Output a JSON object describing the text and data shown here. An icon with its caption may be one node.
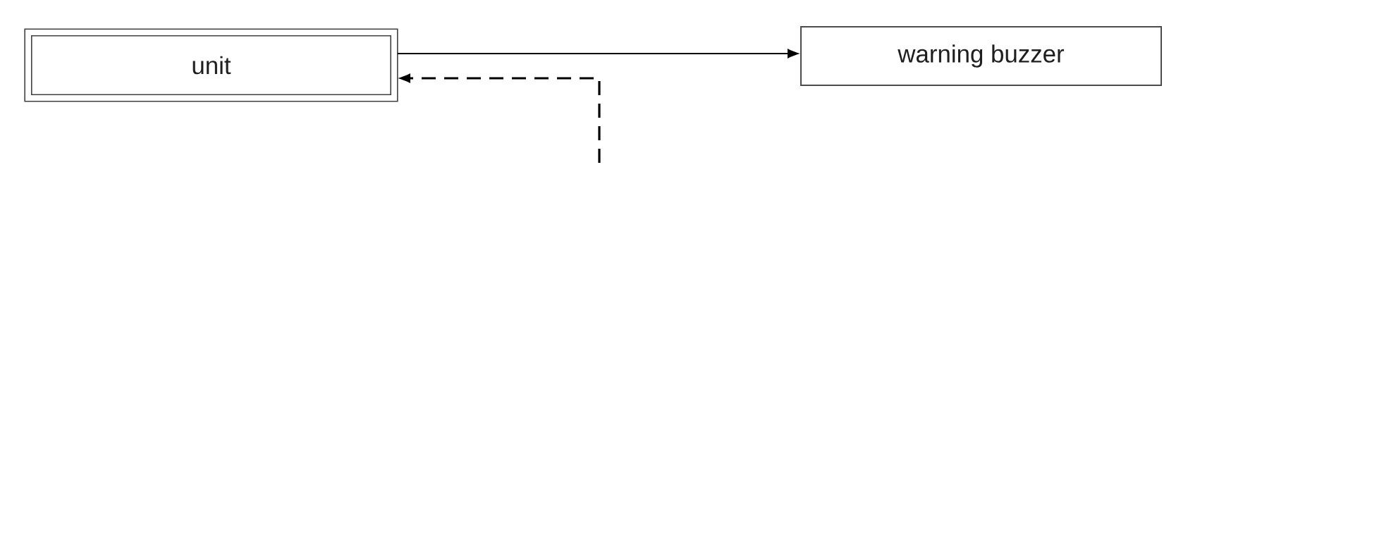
{
  "diagram": {
    "nodes": [
      {
        "text": [
          "unit"
        ]
      },
      {
        "text": [
          "warning buzzer"
        ]
      }
    ],
    "edges": [
      {
        "from": 0,
        "to": 1,
        "arrow": "to"
      },
      {
        "from": null,
        "to": 0,
        "arrow": "to",
        "style": "dashed"
      }
    ]
  }
}
